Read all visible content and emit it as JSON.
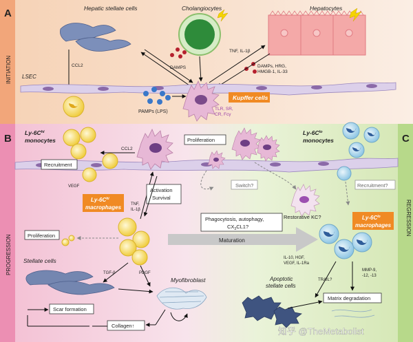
{
  "panels": {
    "a": {
      "letter": "A",
      "side": "INITIATION"
    },
    "b": {
      "letter": "B",
      "side": "PROGRESSION"
    },
    "c": {
      "letter": "C",
      "side": "REGRESSION"
    }
  },
  "initiation": {
    "hepatic_stellate": "Hepatic stellate cells",
    "cholangiocytes": "Cholangiocytes",
    "hepatocytes": "Hepatocytes",
    "ccl2": "CCL2",
    "lsec": "LSEC",
    "damps": "DAMPS",
    "tnf": "TNF, IL-1β",
    "damps_list": [
      "DAMPs, HRG,",
      "HMGB-1, IL-33"
    ],
    "pamps": "PAMPs (LPS)",
    "receptors": [
      "TLR, SR,",
      "CR, Fcγ"
    ],
    "kupffer": "Kupffer cells"
  },
  "progression": {
    "ly6c_hi_prefix": "Ly-6C",
    "hi": "hi",
    "monocytes": "monocytes",
    "ccl2": "CCL2",
    "recruitment": "Recruitment",
    "vegf": "VEGF",
    "macrophages": "macrophages",
    "tnf": [
      "TNF,",
      "IL-1β"
    ],
    "activation": [
      "Activation",
      "Survival"
    ],
    "proliferation_top": "Proliferation",
    "proliferation_left": "Proliferation",
    "stellate": "Stellate cells",
    "tgfb": "TGF-β",
    "pdgf": "PDGF",
    "myofibroblast": "Myofibroblast",
    "scar": "Scar formation",
    "collagen": "Collagen↑"
  },
  "transition": {
    "switch": "Switch?",
    "phago": [
      "Phagocytosis, autophagy,",
      "CX",
      "3",
      "CL1?"
    ],
    "maturation": "Maturation",
    "restorative": "Restorative KC?"
  },
  "regression": {
    "ly6c_lo_prefix": "Ly-6C",
    "lo": "lo",
    "monocytes": "monocytes",
    "recruitment": "Recruitment?",
    "macrophages": "macrophages",
    "il10": [
      "IL-10, HGF,",
      "VEGF, IL-1Ra"
    ],
    "trail": "TRAIL?",
    "mmp": [
      "MMP-9,",
      "-12, -13"
    ],
    "apoptotic": [
      "Apoptotic",
      "stellate cells"
    ],
    "matrix": "Matrix degradation"
  },
  "watermark": "知乎 @TheMetabolist",
  "colors": {
    "orange_box": "#f08a24",
    "cholangiocyte": "#2e8b3a",
    "hepatocyte": "#f4a9a8",
    "damps_dot": "#b5202e",
    "pamps_dot": "#3a78c9",
    "kupffer": "#e7b8d6",
    "monocyte_hi": "#f3d24a",
    "monocyte_lo": "#3a6fb0",
    "stellate": "#7486b0",
    "maturation_arrow": "#c8c8c8"
  }
}
